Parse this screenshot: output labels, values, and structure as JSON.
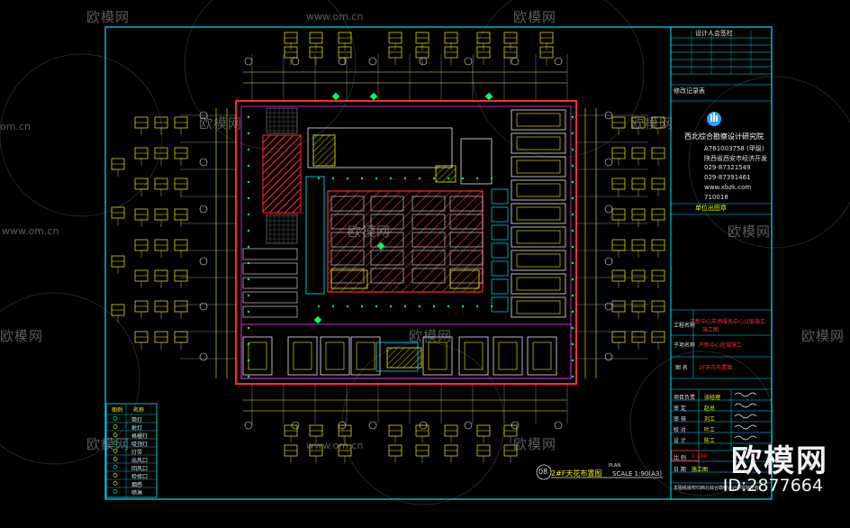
{
  "watermark": {
    "logo_text": "欧模网",
    "site_text": "www.om.cn",
    "site_text_short": "om.cn",
    "id_text": "ID:2877664"
  },
  "title_block": {
    "top_caption": "设计人会签栏",
    "revision_label": "修改记录表",
    "institute": "西北综合勘察设计研究院",
    "cert_no": "A761003758 (甲级)",
    "city": "陕西省西安市经济开发",
    "phone_1": "029-87321549",
    "phone_2": "029-87391461",
    "web": "www.xbzk.com",
    "zip": "710018",
    "section_label": "单位出图章",
    "project_label": "工程名称",
    "project_value": "产新中心市场服务中心/2层施工",
    "project_sub": "施工图",
    "sub_label": "子项名称",
    "sub_value": "产新中心区域施工",
    "drawing_label": "图 名",
    "drawing_value": "2F天花布置图",
    "rows": [
      {
        "label": "项目负责",
        "name": "张经理"
      },
      {
        "label": "审 定",
        "name": "赵总"
      },
      {
        "label": "审 核",
        "name": "刘工"
      },
      {
        "label": "校 对",
        "name": "叶工"
      },
      {
        "label": "设 计",
        "name": "陈工"
      }
    ],
    "scale_label": "比 例",
    "scale_value": "1:100",
    "date_label": "日 期",
    "date_value": "施工图",
    "footer": "本图纸版权归西北综合勘察设计研究院所有"
  },
  "legend": {
    "title_left": "图例",
    "title_right": "名称",
    "items": [
      "筒灯",
      "射灯",
      "格栅灯",
      "吸顶灯",
      "灯带",
      "出风口",
      "回风口",
      "检修口",
      "烟感",
      "喷淋"
    ]
  },
  "plan": {
    "number": "08",
    "title": "2#F天花布置图",
    "scale_text": "SCALE 1:90(A3)",
    "plan_word": "PLAN"
  },
  "colors": {
    "frame": "#00e0ff",
    "wall": "#ff2a2a",
    "yellow": "#f5f500",
    "magenta": "#ff3df5",
    "green": "#00ff66",
    "white": "#e8e8e8",
    "hatch": "#ff2222",
    "background": "#000000"
  }
}
